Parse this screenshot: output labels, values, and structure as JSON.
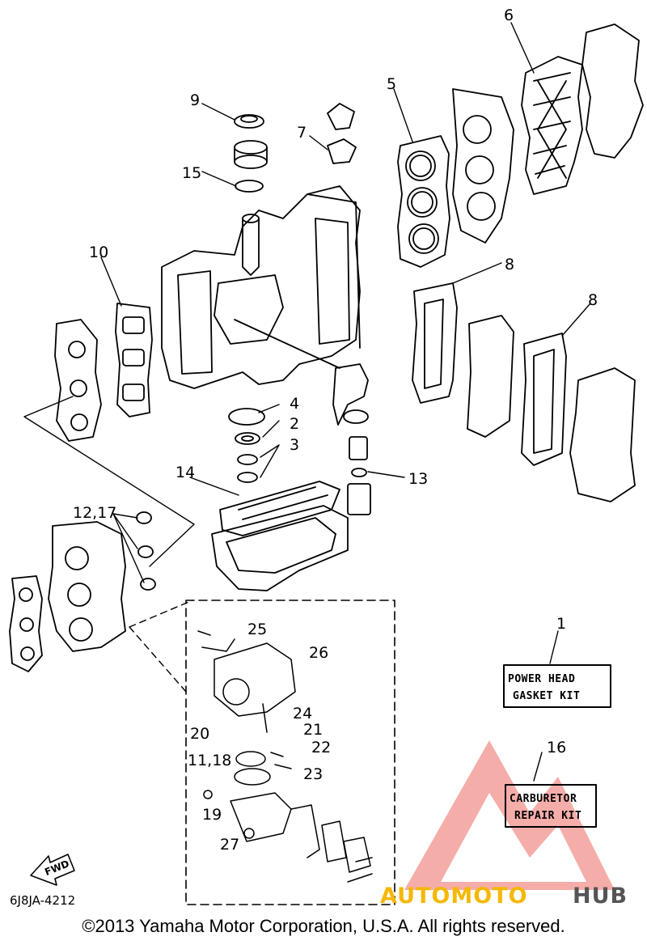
{
  "diagram": {
    "callouts": [
      "1",
      "2",
      "3",
      "4",
      "5",
      "6",
      "7",
      "8",
      "8",
      "9",
      "10",
      "11,18",
      "12,17",
      "13",
      "14",
      "15",
      "16",
      "19",
      "20",
      "21",
      "22",
      "23",
      "24",
      "25",
      "26",
      "27"
    ],
    "kits": {
      "power_head": [
        "POWER HEAD",
        "GASKET KIT"
      ],
      "carburetor": [
        "CARBURETOR",
        "REPAIR KIT"
      ]
    },
    "fwd_label": "FWD",
    "part_code": "6J8JA-4212"
  },
  "watermark": {
    "part1": "AUTOMOTO",
    "part2": "HUB",
    "color1": "#f5b800",
    "color2": "#555555",
    "triangle_color": "#e8382e"
  },
  "copyright": "©2013 Yamaha Motor Corporation, U.S.A. All rights reserved."
}
